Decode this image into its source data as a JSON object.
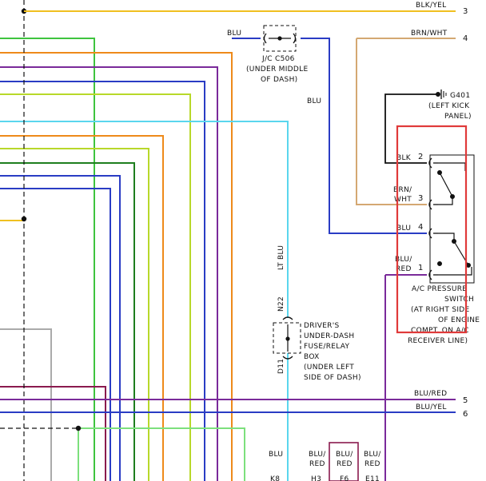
{
  "colors": {
    "blk_yel": "#f0c020",
    "brn_wht": "#d4a872",
    "blu": "#2a3cc4",
    "lt_blu": "#5ad6ee",
    "green": "#3ec43e",
    "orange": "#ee8a1a",
    "purple": "#7a2a9a",
    "lime": "#b8d82a",
    "dark_green": "#1e7e1e",
    "gray": "#aaaaaa",
    "maroon": "#8a1a4e",
    "light_green": "#7ce07c",
    "black": "#111111",
    "highlight": "#e03a3a"
  },
  "wires": {
    "blk_yel": "BLK/YEL",
    "brn_wht": "BRN/WHT",
    "blu": "BLU",
    "blu_red": "BLU/RED",
    "blu_yel": "BLU/YEL",
    "lt_blu": "LT BLU"
  },
  "pins": {
    "p3": "3",
    "p4": "4",
    "p5": "5",
    "p6": "6"
  },
  "jc": {
    "title": "J/C C506",
    "line2": "(UNDER MIDDLE",
    "line3": "OF DASH)"
  },
  "ground": {
    "title": "G401",
    "line2": "(LEFT KICK",
    "line3": "PANEL)"
  },
  "switch": {
    "pins": [
      {
        "num": "2",
        "label": [
          "BLK"
        ]
      },
      {
        "num": "3",
        "label": [
          "BRN/",
          "WHT"
        ]
      },
      {
        "num": "4",
        "label": [
          "BLU"
        ]
      },
      {
        "num": "1",
        "label": [
          "BLU/",
          "RED"
        ]
      }
    ],
    "caption": [
      "A/C PRESSURE",
      "SWITCH",
      "(AT RIGHT SIDE",
      "OF ENGINE",
      "COMPT. ON A/C",
      "RECEIVER LINE)"
    ]
  },
  "fuse_box": {
    "top_conn": "N22",
    "bottom_conn": "D11",
    "caption": [
      "DRIVER'S",
      "UNDER-DASH",
      "FUSE/RELAY",
      "BOX",
      "(UNDER LEFT",
      "SIDE OF DASH)"
    ]
  },
  "bottom_conns": [
    {
      "label": [
        "BLU"
      ],
      "id": "K8"
    },
    {
      "label": [
        "BLU/",
        "RED"
      ],
      "id": "H3"
    },
    {
      "label": [
        "BLU/",
        "RED"
      ],
      "id": "F6"
    },
    {
      "label": [
        "BLU/",
        "RED"
      ],
      "id": "E11"
    }
  ]
}
